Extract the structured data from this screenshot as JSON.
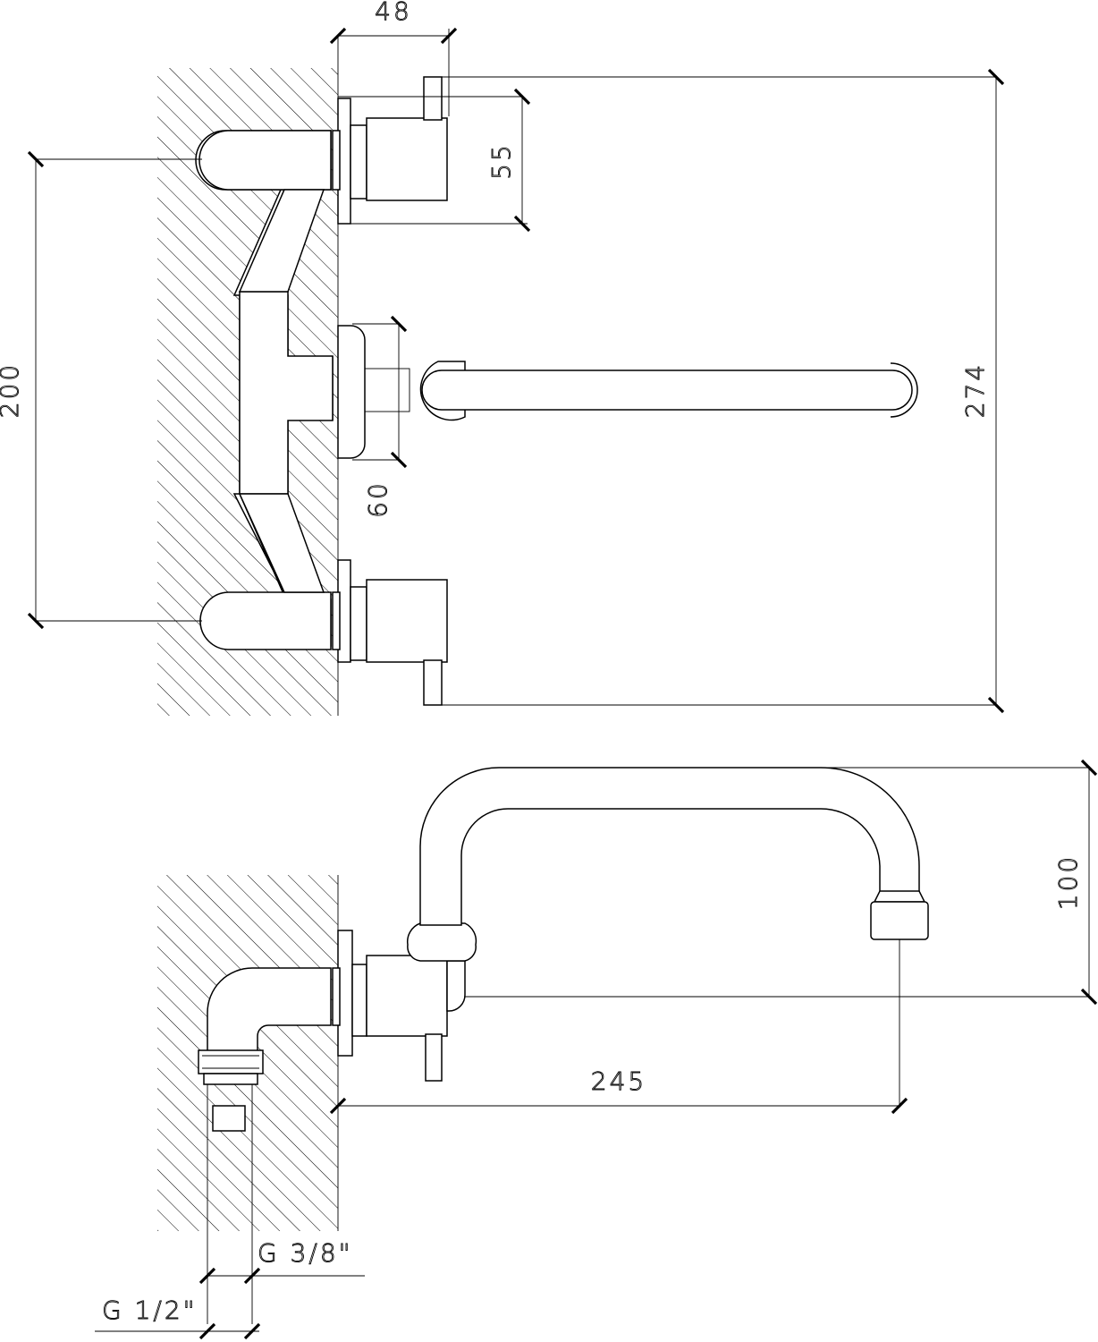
{
  "drawing": {
    "dimensions": {
      "d48": "48",
      "d55": "55",
      "d200": "200",
      "d60": "60",
      "d274": "274",
      "d100": "100",
      "d245": "245",
      "g38": "G 3/8\"",
      "g12": "G 1/2\""
    }
  },
  "colors": {
    "line": "#000000",
    "background": "#ffffff"
  }
}
